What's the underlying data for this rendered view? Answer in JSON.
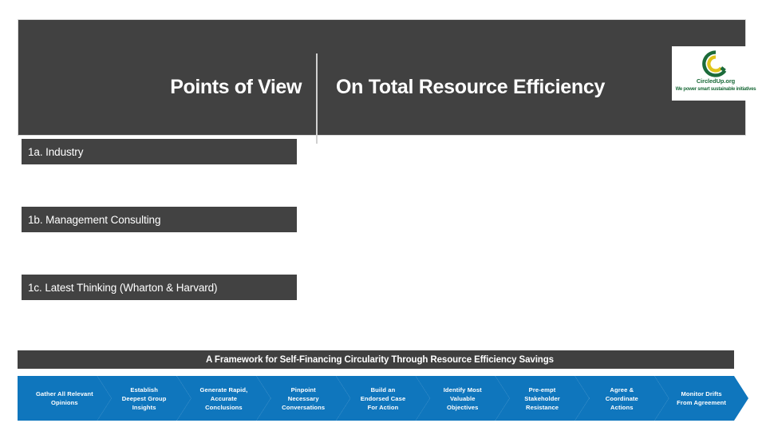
{
  "header": {
    "title_left": "Points of View",
    "title_right": "On Total Resource Efficiency",
    "logo": {
      "name": "CircledUp.org",
      "tagline": "We power smart sustainable initiatives",
      "icon": "circled-c-logo-icon",
      "color_green": "#1c6b3a",
      "color_gold": "#e0c41a"
    }
  },
  "sections": [
    {
      "id": "1a",
      "label": "1a. Industry"
    },
    {
      "id": "1b",
      "label": "1b. Management Consulting"
    },
    {
      "id": "1c",
      "label": "1c. Latest Thinking (Wharton & Harvard)"
    }
  ],
  "framework": {
    "title": "A Framework for Self-Financing Circularity Through Resource Efficiency Savings",
    "accent_color": "#0f76bd",
    "bar_color": "#404040",
    "steps": [
      {
        "index": 1,
        "lines": [
          "Gather All Relevant",
          "Opinions"
        ]
      },
      {
        "index": 2,
        "lines": [
          "Establish",
          "Deepest Group",
          "Insights"
        ]
      },
      {
        "index": 3,
        "lines": [
          "Generate Rapid,",
          "Accurate",
          "Conclusions"
        ]
      },
      {
        "index": 4,
        "lines": [
          "Pinpoint",
          "Necessary",
          "Conversations"
        ]
      },
      {
        "index": 5,
        "lines": [
          "Build an",
          "Endorsed Case",
          "For Action"
        ]
      },
      {
        "index": 6,
        "lines": [
          "Identify Most",
          "Valuable",
          "Objectives"
        ]
      },
      {
        "index": 7,
        "lines": [
          "Pre-empt",
          "Stakeholder",
          "Resistance"
        ]
      },
      {
        "index": 8,
        "lines": [
          "Agree &",
          "Coordinate",
          "Actions"
        ]
      },
      {
        "index": 9,
        "lines": [
          "Monitor Drifts",
          "From Agreement"
        ]
      }
    ]
  },
  "colors": {
    "dark_panel": "#414141",
    "section_bar": "#424242",
    "page_background": "#ffffff",
    "divider": "#d0d0d0"
  }
}
